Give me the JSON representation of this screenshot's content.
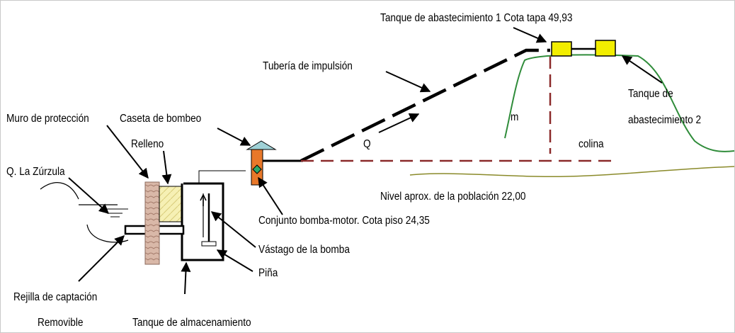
{
  "labels": {
    "tanque1": "Tanque de abastecimiento 1 Cota tapa 49,93",
    "tuberia": "Tubería de impulsión",
    "tanque2_line1": "Tanque de",
    "tanque2_line2": "abastecimiento 2",
    "muro": "Muro de protección",
    "caseta": "Caseta de bombeo",
    "relleno": "Relleno",
    "quebrada": "Q. La Zúrzula",
    "m": "m",
    "q": "Q",
    "colina": "colina",
    "nivel": "Nivel aprox. de la población 22,00",
    "conjunto": "Conjunto bomba-motor. Cota piso 24,35",
    "vastago": "Vástago de la bomba",
    "pina": "Piña",
    "rejilla": "Rejilla de captación",
    "removible": "Removible",
    "tanque_alm": "Tanque de almacenamiento"
  },
  "colors": {
    "tank_fill": "#f2ee00",
    "pump_house": "#e8782a",
    "roof": "#9fd1d6",
    "pump_marker": "#2ea86a",
    "wall": "#d9b8a8",
    "fill_box": "#f6f0b4",
    "hill": "#2f8c3a",
    "ground": "#8a8a2a",
    "dashed_red": "#8b2a2a"
  },
  "icons": [
    "pump-motor-icon",
    "storage-tank-icon",
    "elevated-tank-icon",
    "protection-wall-icon",
    "pump-house-icon"
  ]
}
